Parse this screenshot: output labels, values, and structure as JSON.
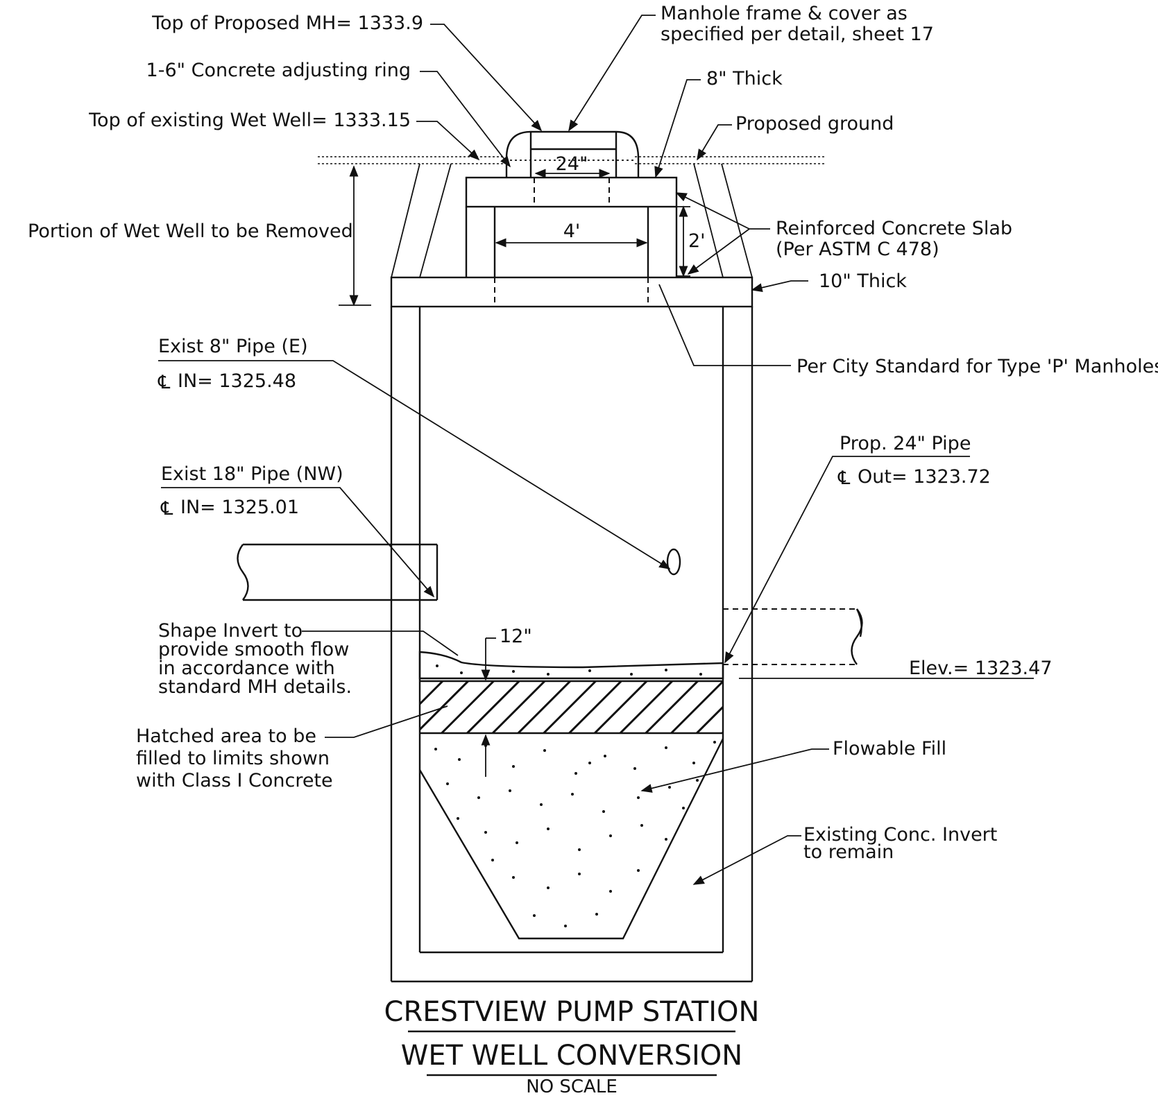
{
  "labels": {
    "top_proposed_mh": "Top of Proposed MH= 1333.9",
    "frame_cover_line1": "Manhole frame & cover as",
    "frame_cover_line2": "specified per detail, sheet 17",
    "adjusting_ring": "1-6\" Concrete adjusting ring",
    "thick_8": "8\" Thick",
    "top_existing_wet_well": "Top of existing Wet Well= 1333.15",
    "proposed_ground": "Proposed ground",
    "dim_24": "24\"",
    "portion_removed": "Portion of Wet Well to be Removed",
    "dim_4ft": "4'",
    "dim_2ft": "2'",
    "slab_line1": "Reinforced Concrete Slab",
    "slab_line2": "(Per ASTM C 478)",
    "thick_10": "10\" Thick",
    "exist_8_pipe": "Exist 8\" Pipe (E)",
    "exist_8_in": "IN= 1325.48",
    "city_standard": "Per City Standard for Type 'P' Manholes",
    "prop_24_pipe": "Prop. 24\" Pipe",
    "prop_24_out": "Out= 1323.72",
    "exist_18_pipe": "Exist 18\" Pipe (NW)",
    "exist_18_in": "IN= 1325.01",
    "shape_invert_1": "Shape Invert to",
    "shape_invert_2": "provide smooth flow",
    "shape_invert_3": "in accordance with",
    "shape_invert_4": "standard MH details.",
    "dim_12": "12\"",
    "elev": "Elev.= 1323.47",
    "hatched_1": "Hatched area to be",
    "hatched_2": "filled to limits shown",
    "hatched_3": "with Class I Concrete",
    "flowable_fill": "Flowable Fill",
    "existing_invert_1": "Existing Conc. Invert",
    "existing_invert_2": "to remain",
    "cl_symbol": "℄"
  },
  "title": {
    "line1": "CRESTVIEW PUMP STATION",
    "line2": "WET WELL CONVERSION",
    "scale": "NO SCALE"
  }
}
